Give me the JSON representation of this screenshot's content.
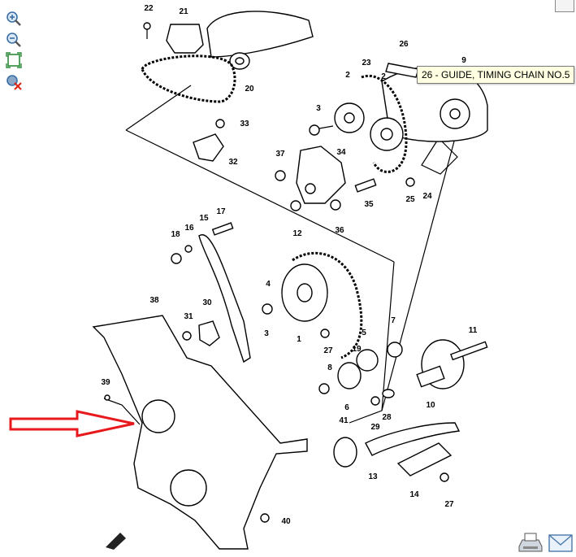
{
  "toolbar": {
    "zoom_in_icon": "zoom-in-icon",
    "zoom_out_icon": "zoom-out-icon",
    "fit_icon": "fit-window-icon",
    "reset_icon": "zoom-reset-icon"
  },
  "tooltip": {
    "text": "26 - GUIDE, TIMING CHAIN NO.5"
  },
  "callouts": [
    "22",
    "21",
    "26",
    "9",
    "23",
    "2",
    "2",
    "3",
    "34",
    "33",
    "20",
    "37",
    "32",
    "25",
    "24",
    "35",
    "12",
    "36",
    "17",
    "16",
    "15",
    "18",
    "4",
    "3",
    "1",
    "7",
    "11",
    "31",
    "30",
    "38",
    "27",
    "19",
    "5",
    "8",
    "10",
    "39",
    "6",
    "28",
    "29",
    "41",
    "13",
    "14",
    "27",
    "40"
  ],
  "colors": {
    "arrow": "#e8191c",
    "tooltip_bg": "#ffffe1"
  }
}
